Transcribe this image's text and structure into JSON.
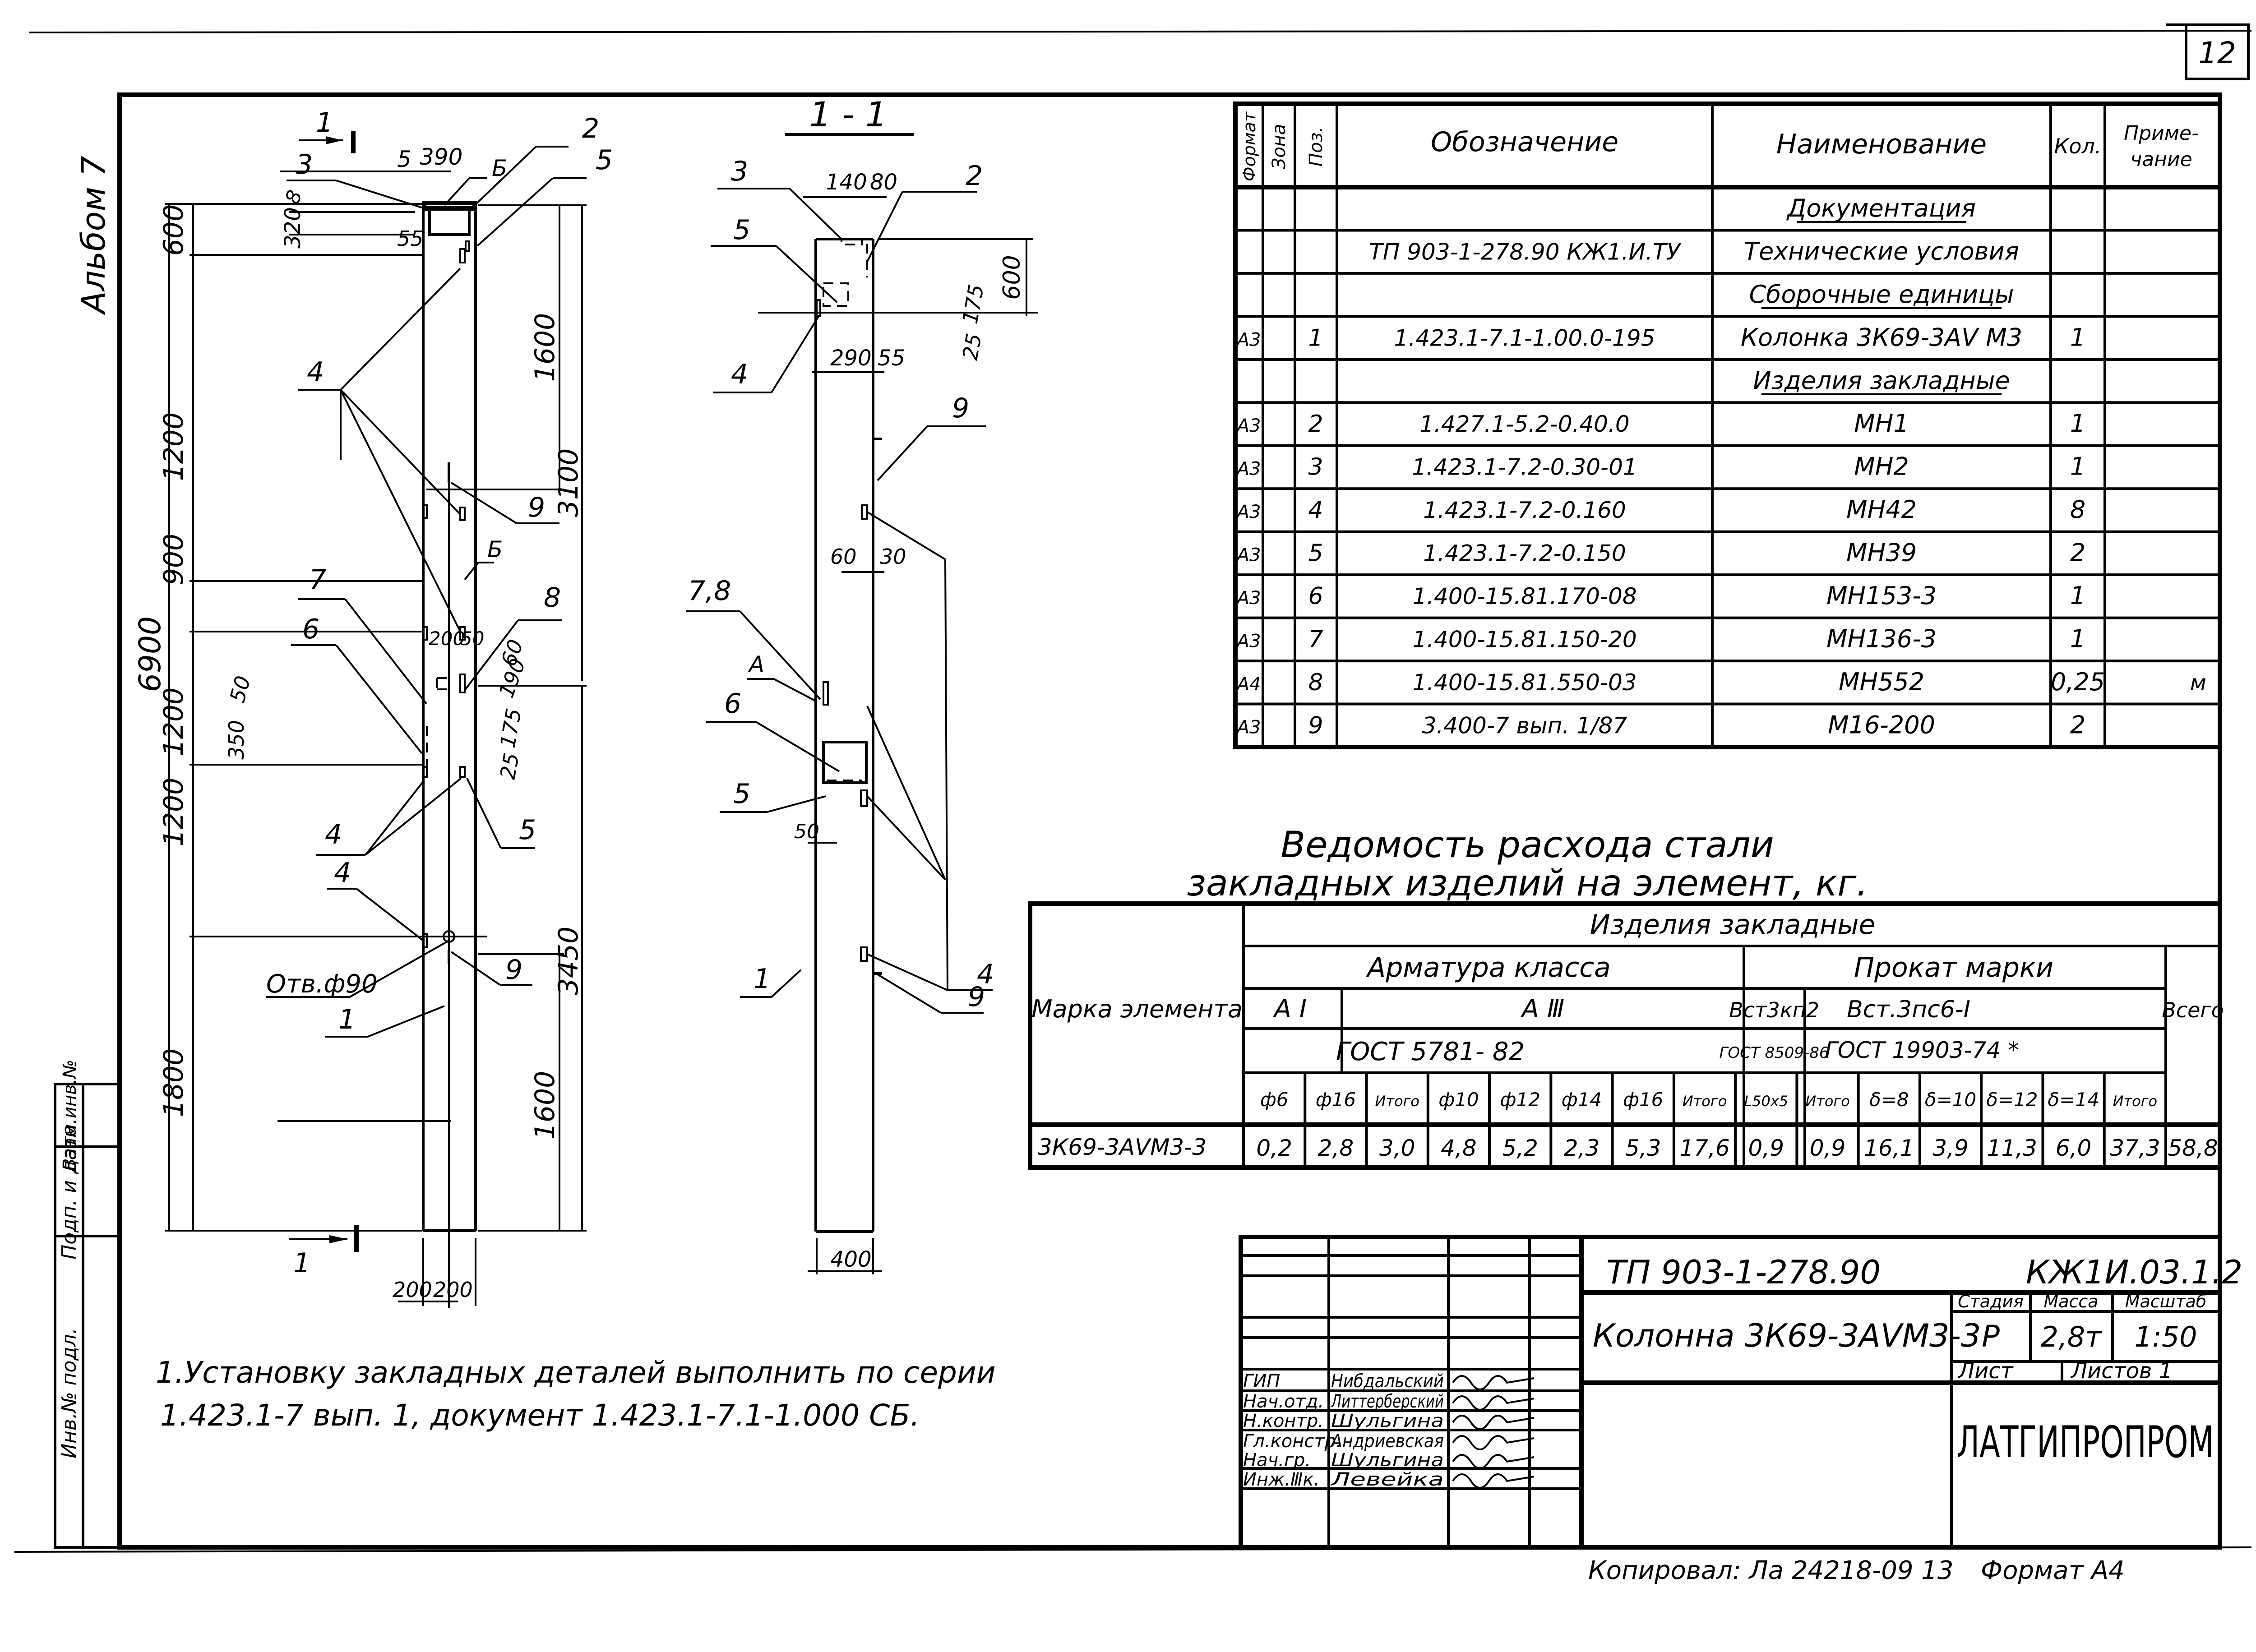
{
  "sheet": {
    "sheet_number": "12",
    "album_label": "Альбом 7",
    "side_stamp": [
      "Инв.№ подл.",
      "Подп. и дата",
      "Взам.инв.№"
    ]
  },
  "elevation": {
    "section_mark": "1",
    "dims_left": [
      "600",
      "1200",
      "900",
      "1200",
      "1200",
      "1800"
    ],
    "dim_total": "6900",
    "dims_right": [
      "1600",
      "3100",
      "3450",
      "1600"
    ],
    "top_dims": [
      "5",
      "390",
      "8",
      "320",
      "55"
    ],
    "mid_dims": [
      "60",
      "190",
      "350",
      "50",
      "200",
      "50",
      "175",
      "25"
    ],
    "bottom_dims": [
      "200",
      "200"
    ],
    "hole_label": "Отв.ф90",
    "view_mark": "Б",
    "callouts": [
      "1",
      "2",
      "3",
      "4",
      "4",
      "4",
      "5",
      "5",
      "6",
      "7",
      "8",
      "9",
      "9"
    ]
  },
  "section": {
    "title": "1 - 1",
    "top_dims": [
      "140",
      "80"
    ],
    "side_dims": [
      "600",
      "175",
      "25"
    ],
    "mid_dims": [
      "290",
      "55",
      "60",
      "30",
      "50"
    ],
    "bottom_dim": "400",
    "view_mark": "А",
    "callouts": [
      "1",
      "2",
      "3",
      "4",
      "4",
      "5",
      "5",
      "6",
      "7,8",
      "9",
      "9"
    ]
  },
  "spec_table": {
    "headers": [
      "Формат",
      "Зона",
      "Поз.",
      "Обозначение",
      "Наименование",
      "Кол.",
      "Приме-\nчание"
    ],
    "rows": [
      {
        "format": "",
        "zone": "",
        "pos": "",
        "designation": "",
        "name": "Документация",
        "qty": "",
        "note": "",
        "section": true
      },
      {
        "format": "",
        "zone": "",
        "pos": "",
        "designation": "ТП 903-1-278.90 КЖ1.И.ТУ",
        "name": "Технические условия",
        "qty": "",
        "note": ""
      },
      {
        "format": "",
        "zone": "",
        "pos": "",
        "designation": "",
        "name": "Сборочные единицы",
        "qty": "",
        "note": "",
        "section": true
      },
      {
        "format": "А3",
        "zone": "",
        "pos": "1",
        "designation": "1.423.1-7.1-1.00.0-195",
        "name": "Колонка 3К69-3АⅤ М3",
        "qty": "1",
        "note": ""
      },
      {
        "format": "",
        "zone": "",
        "pos": "",
        "designation": "",
        "name": "Изделия закладные",
        "qty": "",
        "note": "",
        "section": true
      },
      {
        "format": "А3",
        "zone": "",
        "pos": "2",
        "designation": "1.427.1-5.2-0.40.0",
        "name": "МН1",
        "qty": "1",
        "note": ""
      },
      {
        "format": "А3",
        "zone": "",
        "pos": "3",
        "designation": "1.423.1-7.2-0.30-01",
        "name": "МН2",
        "qty": "1",
        "note": ""
      },
      {
        "format": "А3",
        "zone": "",
        "pos": "4",
        "designation": "1.423.1-7.2-0.160",
        "name": "МН42",
        "qty": "8",
        "note": ""
      },
      {
        "format": "А3",
        "zone": "",
        "pos": "5",
        "designation": "1.423.1-7.2-0.150",
        "name": "МН39",
        "qty": "2",
        "note": ""
      },
      {
        "format": "А3",
        "zone": "",
        "pos": "6",
        "designation": "1.400-15.81.170-08",
        "name": "МН153-3",
        "qty": "1",
        "note": ""
      },
      {
        "format": "А3",
        "zone": "",
        "pos": "7",
        "designation": "1.400-15.81.150-20",
        "name": "МН136-3",
        "qty": "1",
        "note": ""
      },
      {
        "format": "А4",
        "zone": "",
        "pos": "8",
        "designation": "1.400-15.81.550-03",
        "name": "МН552",
        "qty": "0,25",
        "note": "м"
      },
      {
        "format": "А3",
        "zone": "",
        "pos": "9",
        "designation": "3.400-7 вып. 1/87",
        "name": "М16-200",
        "qty": "2",
        "note": ""
      }
    ]
  },
  "steel_table": {
    "title_line1": "Ведомость расхода стали",
    "title_line2": "закладных изделий на элемент, кг.",
    "row_header": "Марка элемента",
    "group_header": "Изделия закладные",
    "subgroup_armature": "Арматура класса",
    "subgroup_rolled": "Прокат марки",
    "total_header": "Всего",
    "class_ai": "А I",
    "class_aiii": "А Ⅲ",
    "grade_1": "Вст3кп2",
    "grade_2": "Вст.3пс6-I",
    "std_armature": "ГОСТ 5781- 82",
    "std_grade1": "ГОСТ 8509-86",
    "std_grade2": "ГОСТ 19903-74 *",
    "columns": [
      "ф6",
      "ф16",
      "Итого",
      "ф10",
      "ф12",
      "ф14",
      "ф16",
      "Итого",
      "L50x5",
      "Итого",
      "δ=8",
      "δ=10",
      "δ=12",
      "δ=14",
      "Итого"
    ],
    "rows": [
      {
        "mark": "3К69-3АⅤМ3-3",
        "values": [
          "0,2",
          "2,8",
          "3,0",
          "4,8",
          "5,2",
          "2,3",
          "5,3",
          "17,6",
          "0,9",
          "0,9",
          "16,1",
          "3,9",
          "11,3",
          "6,0",
          "37,3"
        ],
        "total": "58,8"
      }
    ]
  },
  "notes": {
    "line1": "1.Установку закладных деталей выполнить по серии",
    "line2": "1.423.1-7 вып. 1, документ 1.423.1-7.1-1.000 СБ."
  },
  "title_block": {
    "project_code": "ТП 903-1-278.90",
    "doc_code": "КЖ1И.03.1.2",
    "element_name": "Колонна 3К69-3АⅤМ3-3",
    "stage_label": "Стадия",
    "mass_label": "Масса",
    "scale_label": "Масштаб",
    "stage": "Р",
    "mass": "2,8т",
    "scale": "1:50",
    "sheet_label": "Лист",
    "sheets_label": "Листов 1",
    "organization": "ЛАТГИПРОПРОМ",
    "signatures": [
      {
        "role": "ГИП",
        "name": "Нибдальский"
      },
      {
        "role": "Нач.отд.",
        "name": "Литтерберский"
      },
      {
        "role": "Н.контр.",
        "name": "Шульгина"
      },
      {
        "role": "Гл.констр.",
        "name": "Андриевская"
      },
      {
        "role": "Нач.гр.",
        "name": "Шульгина"
      },
      {
        "role": "Инж.Ⅲк.",
        "name": "Левейка"
      }
    ],
    "footer_copied": "Копировал: Ла 24218-09 13",
    "footer_format": "Формат А4"
  }
}
